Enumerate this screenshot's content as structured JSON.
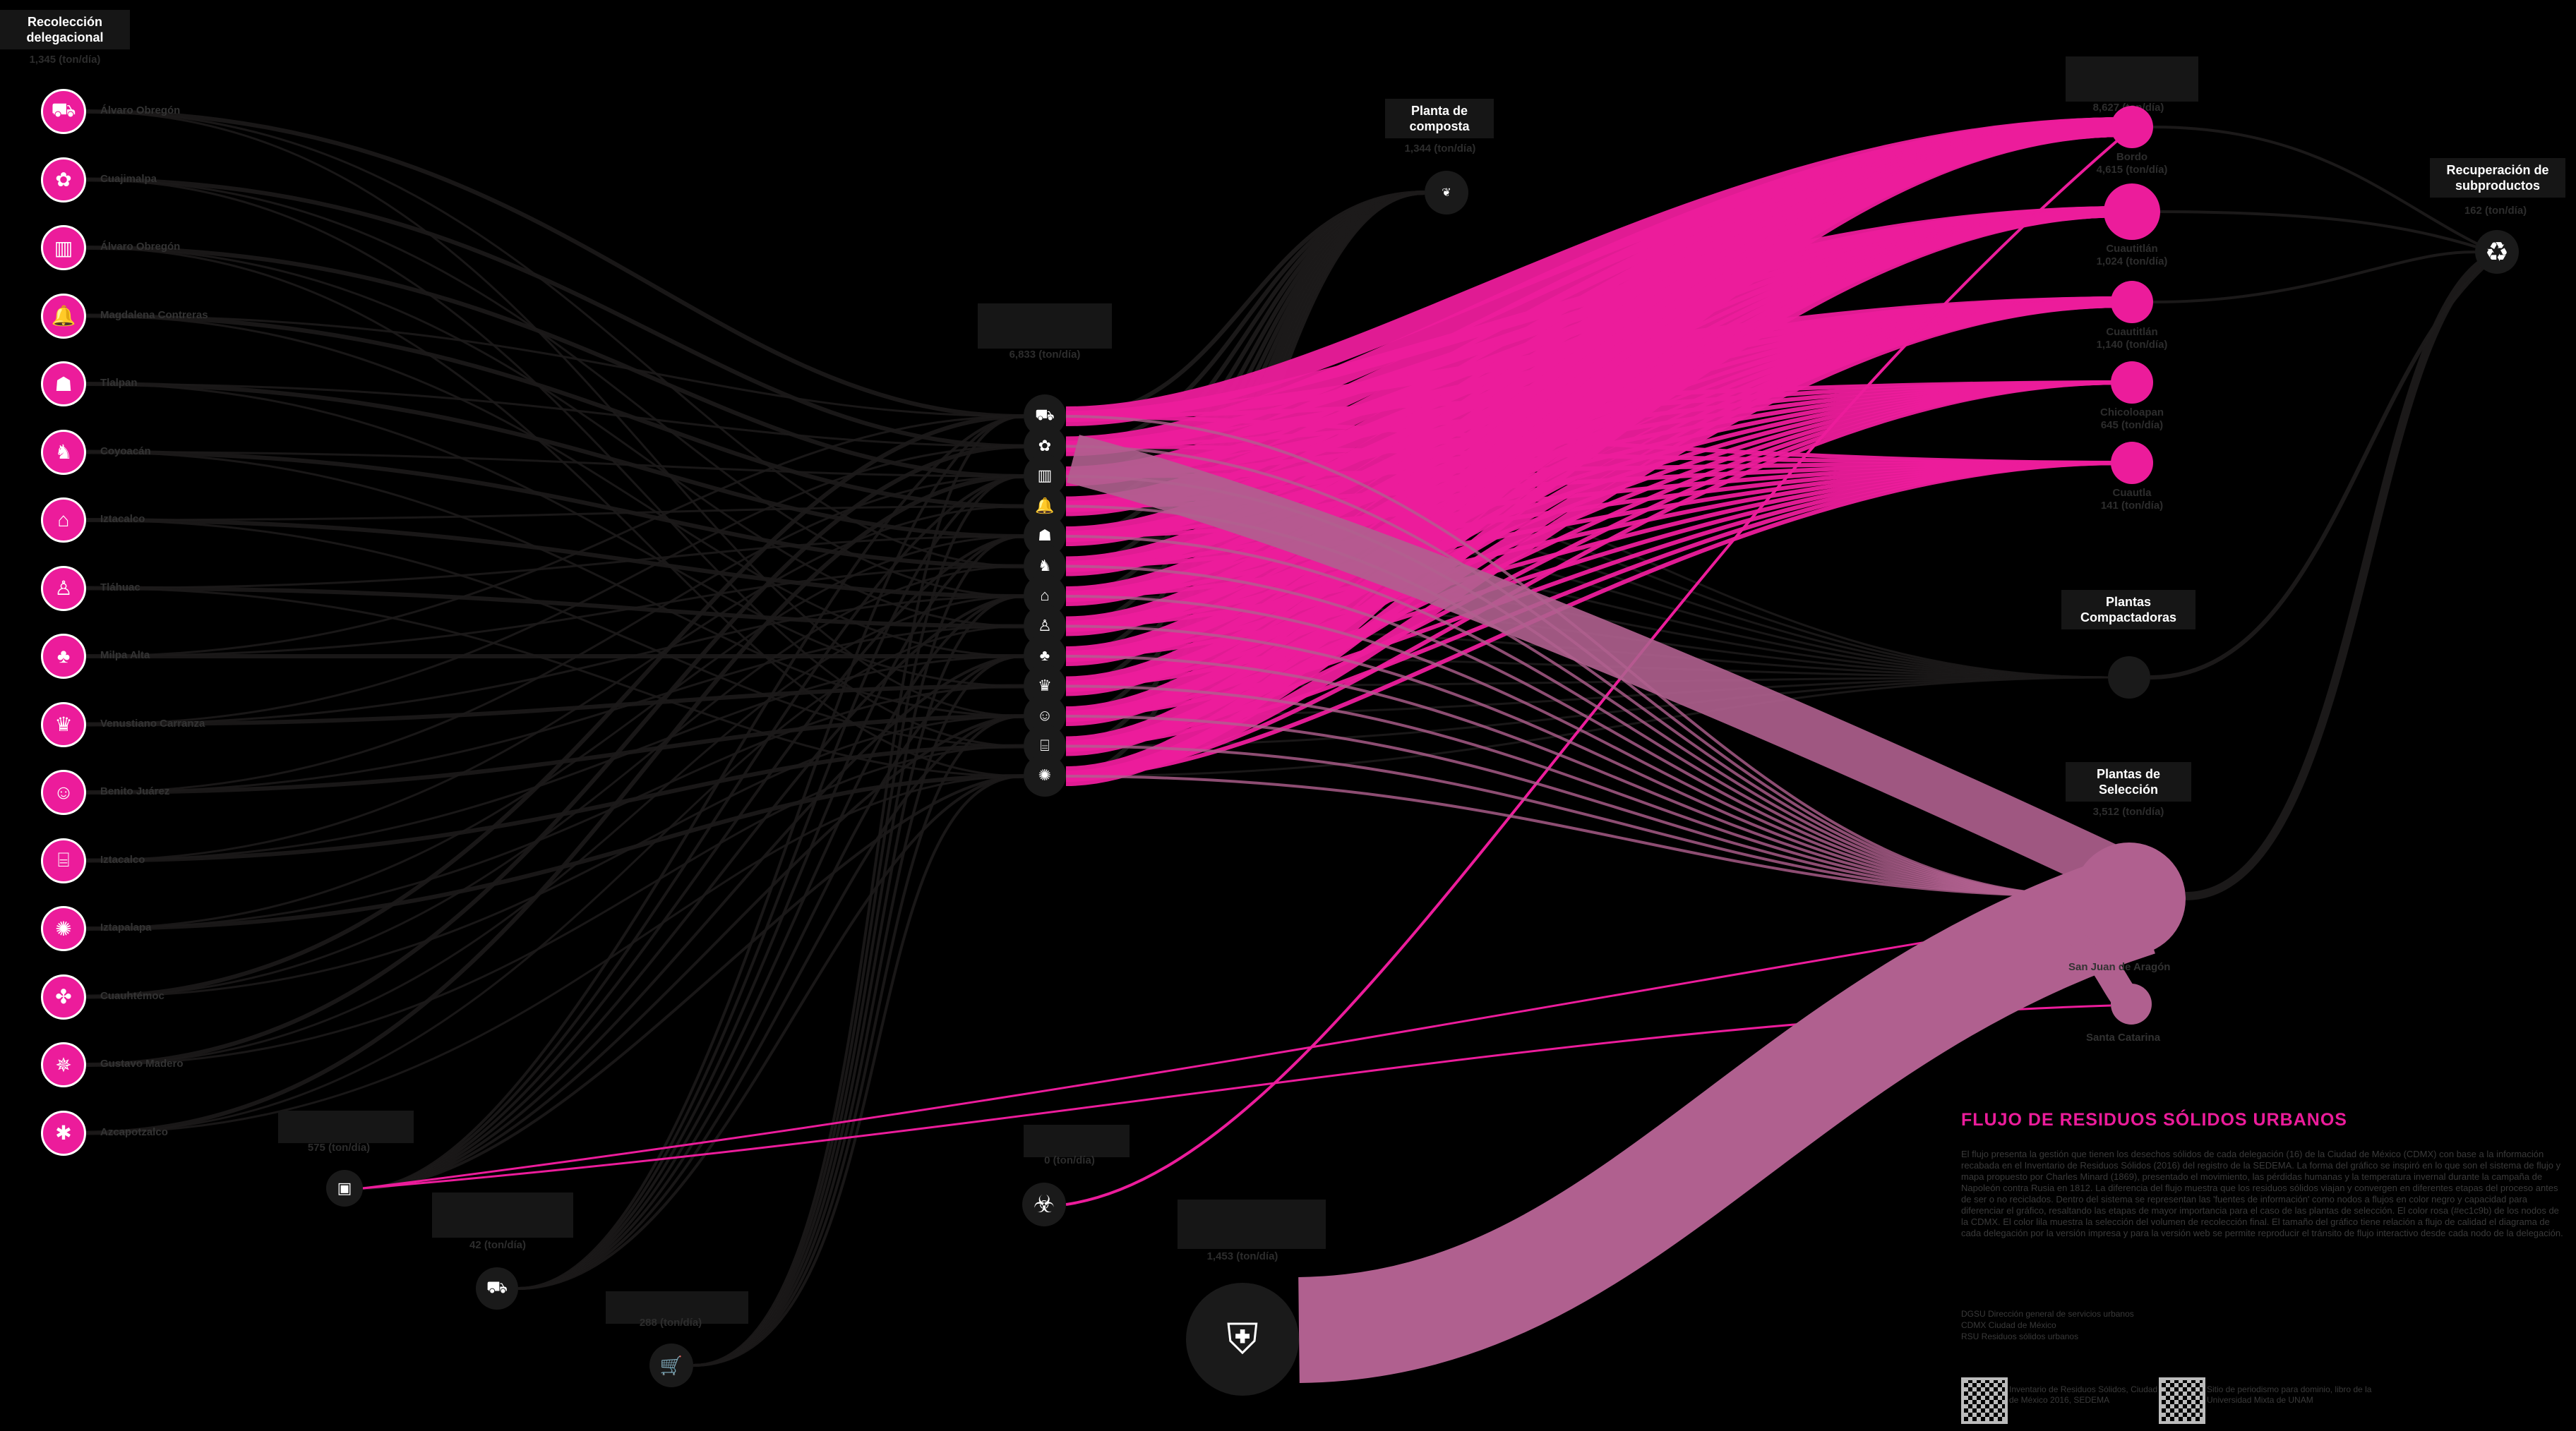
{
  "title": "FLUJO DE RESIDUOS SÓLIDOS URBANOS",
  "description": "El flujo presenta la gestión que tienen los desechos sólidos de cada delegación (16) de la Ciudad de México (CDMX) con base a la información recabada en el Inventario de Residuos Sólidos (2016) del registro de la SEDEMA. La forma del gráfico se inspiró en lo que son el sistema de flujo y mapa propuesto por Charles Minard (1869), presentado el movimiento, las pérdidas humanas y la temperatura invernal durante la campaña de Napoleón contra Rusia en 1812. La diferencia del flujo muestra que los residuos sólidos viajan y convergen en diferentes etapas del proceso antes de ser o no reciclados. Dentro del sistema se representan las 'fuentes de información' como nodos a flujos en color negro y capacidad para diferenciar el gráfico, resaltando las etapas de mayor importancia para el caso de las plantas de selección. El color rosa (#ec1c9b) de los nodos de la CDMX. El color lila muestra la selección del volumen de recolección final. El tamaño del gráfico tiene relación a flujo de calidad el diagrama de cada delegación por la versión impresa y para la versión web se permite reproducir el tránsito de flujo interactivo desde cada nodo de la delegación.",
  "references": [
    "DGSU Dirección general de servicios urbanos",
    "CDMX Ciudad de México",
    "RSU Residuos sólidos urbanos"
  ],
  "qr_captions": [
    "Inventario de Residuos Sólidos, Ciudad de México 2016, SEDEMA",
    "Sitio de periodismo para dominio, libro de la Universidad Mixta de UNAM"
  ],
  "labels": {
    "recoleccion": "Recolección delegacional",
    "recoleccion_total": "1,345 (ton/día)",
    "composta": "Planta de composta",
    "composta_total": "1,344 (ton/día)",
    "transferencia_total": "6,833 (ton/día)",
    "sitios_total": "8,627 (ton/día)",
    "recuperacion": "Recuperación de subproductos",
    "recuperacion_total": "162 (ton/día)",
    "compactadoras": "Plantas Compactadoras",
    "seleccion": "Plantas de Selección",
    "seleccion_total": "3,512 (ton/día)",
    "especiales_total": "575 (ton/día)",
    "camiones_total": "42 (ton/día)",
    "carritos_total": "288 (ton/día)",
    "biologicos_total": "0 (ton/día)",
    "cdmx_total": "1,453 (ton/día)"
  },
  "delegaciones": [
    {
      "name": "Álvaro Obregón",
      "icon": "truck-icon"
    },
    {
      "name": "Cuajimalpa",
      "icon": "flower-icon"
    },
    {
      "name": "Álvaro Obregón",
      "icon": "buildings-icon"
    },
    {
      "name": "Magdalena Contreras",
      "icon": "bell-icon"
    },
    {
      "name": "Tlalpan",
      "icon": "foot-icon"
    },
    {
      "name": "Coyoacán",
      "icon": "coyote-icon"
    },
    {
      "name": "Iztacalco",
      "icon": "house-icon"
    },
    {
      "name": "Tláhuac",
      "icon": "figure-icon"
    },
    {
      "name": "Milpa Alta",
      "icon": "plant-icon"
    },
    {
      "name": "Venustiano Carranza",
      "icon": "crown-icon"
    },
    {
      "name": "Benito Juárez",
      "icon": "bust-icon"
    },
    {
      "name": "Iztacalco",
      "icon": "temple-icon"
    },
    {
      "name": "Iztapalapa",
      "icon": "wheel-icon"
    },
    {
      "name": "Cuauhtémoc",
      "icon": "eagle-icon"
    },
    {
      "name": "Gustavo Madero",
      "icon": "fountain-icon"
    },
    {
      "name": "Azcapotzalco",
      "icon": "ant-icon"
    }
  ],
  "sitios": [
    {
      "name": "Bordo",
      "value": "4,615 (ton/día)"
    },
    {
      "name": "Cuautitlán",
      "value": "1,024 (ton/día)"
    },
    {
      "name": "Cuautitlán",
      "value": "1,140 (ton/día)"
    },
    {
      "name": "Chicoloapan",
      "value": "645 (ton/día)"
    },
    {
      "name": "Cuautla",
      "value": "141 (ton/día)"
    }
  ],
  "seleccion_plantas": [
    {
      "name": "San Juan de Aragón"
    },
    {
      "name": "Santa Catarina"
    }
  ],
  "colors": {
    "accent": "#ec1c9b",
    "lilac": "#b0608f",
    "flow": "#1e1c1c"
  }
}
